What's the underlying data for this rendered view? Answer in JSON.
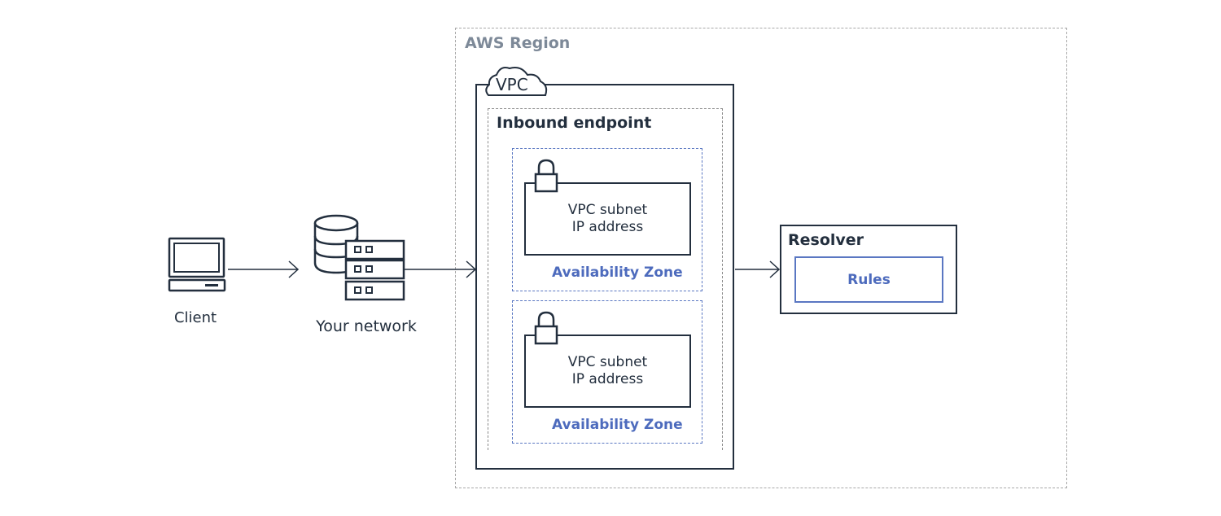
{
  "region": {
    "label": "AWS Region"
  },
  "vpc": {
    "label": "VPC"
  },
  "endpoint": {
    "label": "Inbound endpoint"
  },
  "zones": [
    {
      "subnet_line1": "VPC subnet",
      "subnet_line2": "IP address",
      "zone_label": "Availability Zone"
    },
    {
      "subnet_line1": "VPC subnet",
      "subnet_line2": "IP address",
      "zone_label": "Availability Zone"
    }
  ],
  "resolver": {
    "label": "Resolver",
    "rules_label": "Rules"
  },
  "client": {
    "label": "Client",
    "icon": "laptop-icon"
  },
  "network": {
    "label": "Your network",
    "icon": "server-stack-icon"
  },
  "colors": {
    "dark": "#232f3e",
    "accent_blue": "#4d6bbd",
    "region_gray": "#7d8998"
  }
}
